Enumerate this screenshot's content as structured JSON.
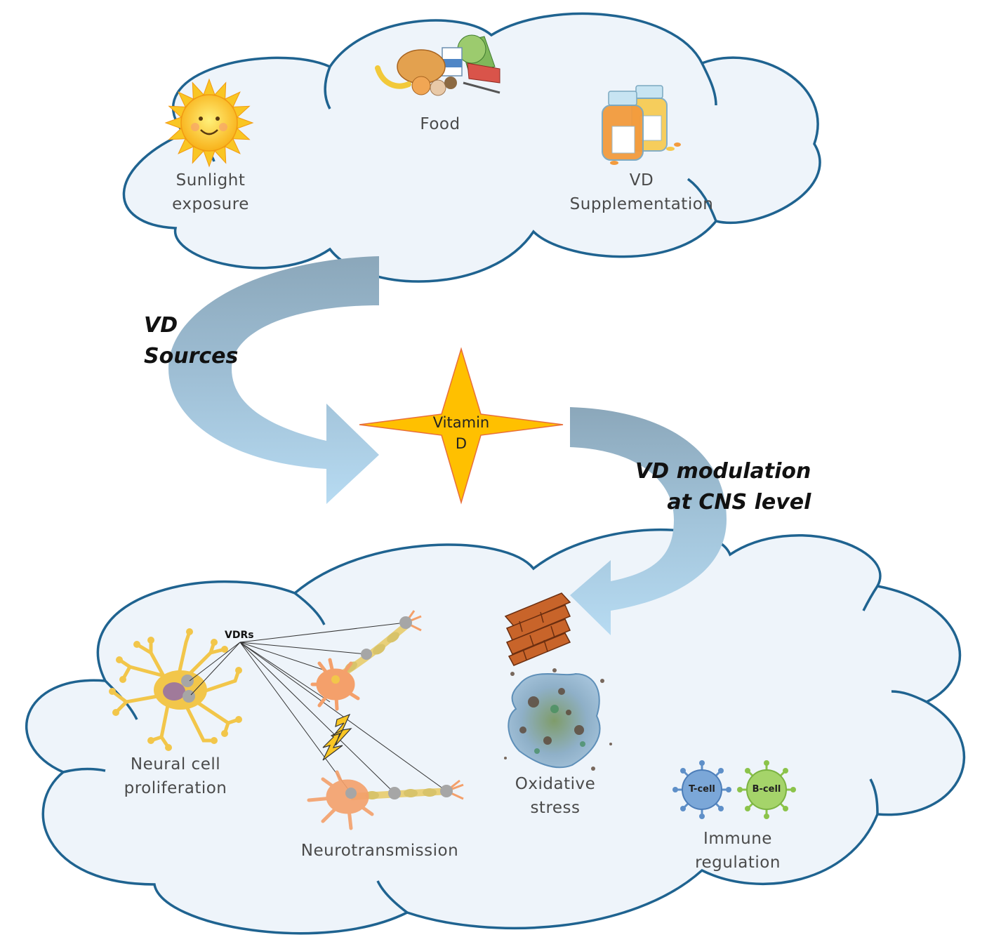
{
  "sources": {
    "sunlight": "Sunlight\nexposure",
    "food": "Food",
    "supplementation": "VD\nSupplementation"
  },
  "arrows": {
    "sources_label": "VD\nSources",
    "modulation_label": "VD modulation\nat CNS level"
  },
  "center": {
    "label": "Vitamin\nD",
    "color": "#FFC000"
  },
  "effects": {
    "vdrs": "VDRs",
    "proliferation": "Neural cell\nproliferation",
    "neurotransmission": "Neurotransmission",
    "oxidative": "Oxidative\nstress",
    "immune": "Immune\nregulation",
    "tcell": "T-cell",
    "bcell": "B-cell"
  },
  "colors": {
    "cloud_fill": "#EEF4FA",
    "cloud_stroke": "#1F6390",
    "arrow_dark": "#8BA7BA",
    "arrow_light": "#B3D6EE"
  }
}
